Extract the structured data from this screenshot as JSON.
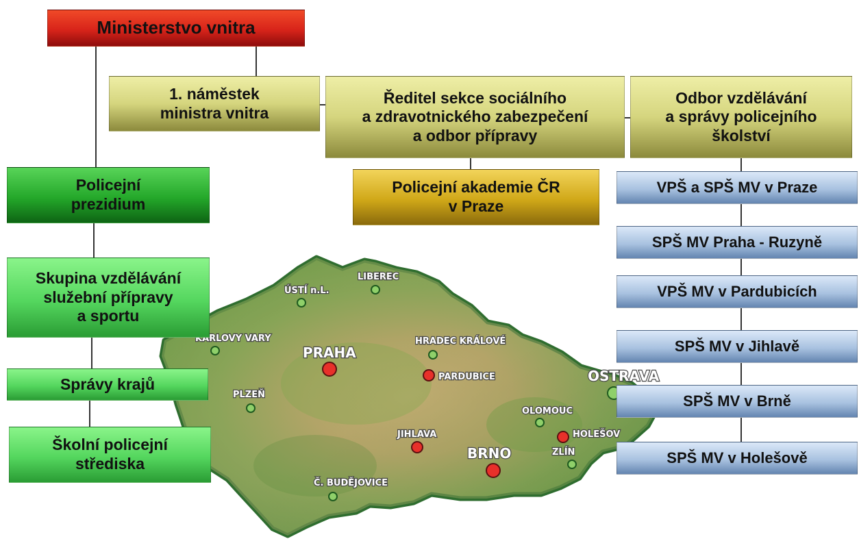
{
  "nodes": {
    "ministry": "Ministerstvo vnitra",
    "deputy": [
      "1. náměstek",
      "ministra vnitra"
    ],
    "director": [
      "Ředitel sekce sociálního",
      "a zdravotnického zabezpečení",
      "a odbor přípravy"
    ],
    "department": [
      "Odbor vzdělávání",
      "a správy policejního",
      "školství"
    ],
    "police_presidium": [
      "Policejní",
      "prezidium"
    ],
    "academy": [
      "Policejní akademie ČR",
      "v Praze"
    ],
    "training_group": [
      "Skupina vzdělávání",
      "služební přípravy",
      "a sportu"
    ],
    "regions": "Správy krajů",
    "school_centres": [
      "Školní policejní",
      "střediska"
    ],
    "schools": [
      "VPŠ a SPŠ MV v Praze",
      "SPŠ MV Praha - Ruzyně",
      "VPŠ MV v Pardubicích",
      "SPŠ MV v Jihlavě",
      "SPŠ MV v Brně",
      "SPŠ MV v Holešově"
    ]
  },
  "map": {
    "cities": [
      {
        "name": "PRAHA",
        "size": "big",
        "marker": "red"
      },
      {
        "name": "ÚSTÍ n.L.",
        "size": "small",
        "marker": "green"
      },
      {
        "name": "LIBEREC",
        "size": "small",
        "marker": "green"
      },
      {
        "name": "KARLOVY VARY",
        "size": "small",
        "marker": "green"
      },
      {
        "name": "HRADEC KRÁLOVÉ",
        "size": "small",
        "marker": "green"
      },
      {
        "name": "PARDUBICE",
        "size": "small",
        "marker": "red"
      },
      {
        "name": "OSTRAVA",
        "size": "big",
        "marker": "green"
      },
      {
        "name": "PLZEŇ",
        "size": "small",
        "marker": "green"
      },
      {
        "name": "OLOMOUC",
        "size": "small",
        "marker": "green"
      },
      {
        "name": "HOLEŠOV",
        "size": "small",
        "marker": "red"
      },
      {
        "name": "JIHLAVA",
        "size": "small",
        "marker": "red"
      },
      {
        "name": "BRNO",
        "size": "big",
        "marker": "red"
      },
      {
        "name": "ZLÍN",
        "size": "small",
        "marker": "green"
      },
      {
        "name": "Č. BUDĚJOVICE",
        "size": "small",
        "marker": "green"
      }
    ]
  }
}
